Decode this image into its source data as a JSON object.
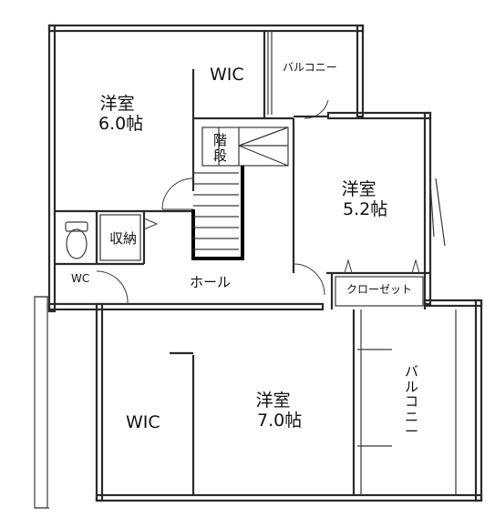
{
  "rooms": {
    "bedroom_nw": {
      "name": "洋室",
      "size": "6.0帖"
    },
    "wic_n": {
      "name": "WIC"
    },
    "balcony_n": {
      "name": "バルコニー"
    },
    "stairs": {
      "name": "階段"
    },
    "bedroom_e": {
      "name": "洋室",
      "size": "5.2帖"
    },
    "storage": {
      "name": "収納"
    },
    "wc": {
      "name": "WC"
    },
    "hall": {
      "name": "ホール"
    },
    "closet": {
      "name": "クローゼット"
    },
    "wic_s": {
      "name": "WIC"
    },
    "bedroom_s": {
      "name": "洋室",
      "size": "7.0帖"
    },
    "balcony_s": {
      "name": "バルコニー"
    }
  },
  "colors": {
    "wall": "#2a2a2a",
    "background": "#ffffff",
    "stair_outline": "#000000"
  }
}
